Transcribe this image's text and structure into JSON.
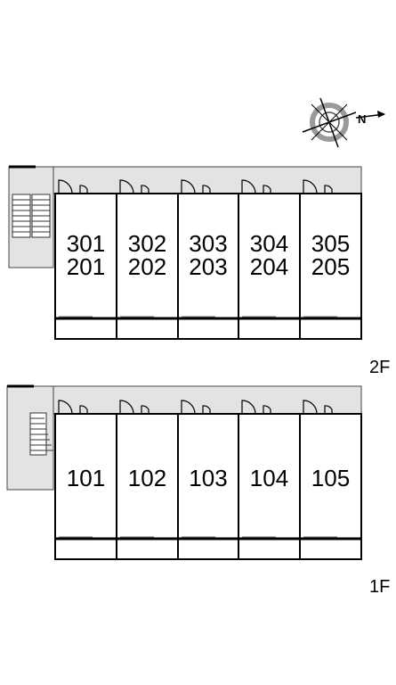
{
  "compass": {
    "letter": "N"
  },
  "floors": [
    {
      "label": "2F",
      "units": [
        {
          "lines": [
            "301",
            "201"
          ]
        },
        {
          "lines": [
            "302",
            "202"
          ]
        },
        {
          "lines": [
            "303",
            "203"
          ]
        },
        {
          "lines": [
            "304",
            "204"
          ]
        },
        {
          "lines": [
            "305",
            "205"
          ]
        }
      ]
    },
    {
      "label": "1F",
      "units": [
        {
          "lines": [
            "101"
          ]
        },
        {
          "lines": [
            "102"
          ]
        },
        {
          "lines": [
            "103"
          ]
        },
        {
          "lines": [
            "104"
          ]
        },
        {
          "lines": [
            "105"
          ]
        }
      ]
    }
  ]
}
